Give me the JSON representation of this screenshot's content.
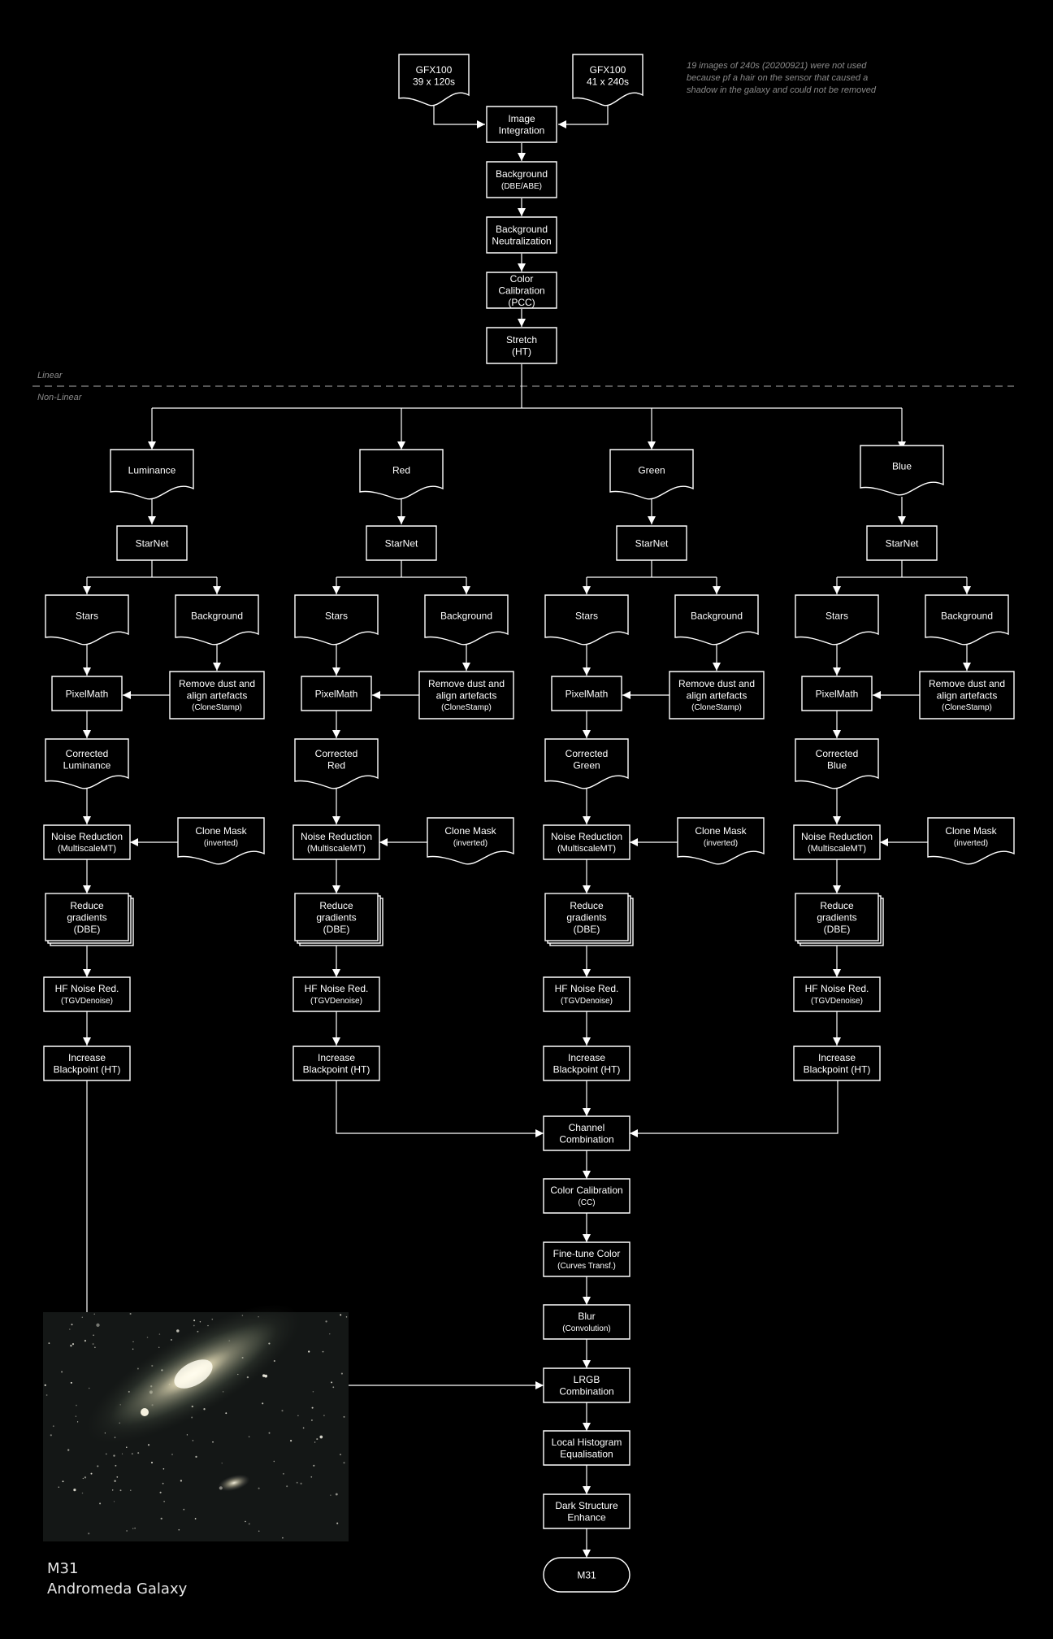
{
  "note": {
    "lines": [
      "19 images of 240s (20200921) were not used",
      "because pf a hair on the sensor  that caused a",
      "shadow in the galaxy and could not be removed"
    ]
  },
  "zones": {
    "linear": "Linear",
    "nonlinear": "Non-Linear"
  },
  "nodes": {
    "gfx1": {
      "l1": "GFX100",
      "l2": "39 x 120s"
    },
    "gfx2": {
      "l1": "GFX100",
      "l2": "41 x 240s"
    },
    "integ": {
      "l1": "Image",
      "l2": "Integration"
    },
    "bg": {
      "l1": "Background",
      "l2": "(DBE/ABE)"
    },
    "bgn": {
      "l1": "Background",
      "l2": "Neutralization"
    },
    "cc1": {
      "l1": "Color",
      "l2": "Calibration",
      "l3": "(PCC)"
    },
    "stretch": {
      "l1": "Stretch",
      "l2": "(HT)"
    },
    "channel": {
      "l1": "Channel",
      "l2": "Combination"
    },
    "cc2": {
      "l1": "Color Calibration",
      "l2": "(CC)"
    },
    "finetune": {
      "l1": "Fine-tune Color",
      "l2": "(Curves Transf.)"
    },
    "blur": {
      "l1": "Blur",
      "l2": "(Convolution)"
    },
    "lrgb": {
      "l1": "LRGB",
      "l2": "Combination"
    },
    "lhe": {
      "l1": "Local Histogram",
      "l2": "Equalisation"
    },
    "dse": {
      "l1": "Dark Structure",
      "l2": "Enhance"
    },
    "final": {
      "l1": "M31"
    }
  },
  "columns": [
    {
      "id": "lum",
      "channel": "Luminance",
      "corrected_l1": "Corrected",
      "corrected_l2": "Luminance"
    },
    {
      "id": "red",
      "channel": "Red",
      "corrected_l1": "Corrected",
      "corrected_l2": "Red"
    },
    {
      "id": "green",
      "channel": "Green",
      "corrected_l1": "Corrected",
      "corrected_l2": "Green"
    },
    {
      "id": "blue",
      "channel": "Blue",
      "corrected_l1": "Corrected",
      "corrected_l2": "Blue"
    }
  ],
  "column_common": {
    "starnet": "StarNet",
    "stars": "Stars",
    "background": "Background",
    "remove_l1": "Remove dust and",
    "remove_l2": "align artefacts",
    "remove_l3": "(CloneStamp)",
    "pixelmath": "PixelMath",
    "noise_l1": "Noise Reduction",
    "noise_l2": "(MultiscaleMT)",
    "clonemask_l1": "Clone Mask",
    "clonemask_l2": "(inverted)",
    "reduce_l1": "Reduce",
    "reduce_l2": "gradients",
    "reduce_l3": "(DBE)",
    "hf_l1": "HF Noise Red.",
    "hf_l2": "(TGVDenoise)",
    "black_l1": "Increase",
    "black_l2": "Blackpoint (HT)"
  },
  "caption": {
    "l1": "M31",
    "l2": "Andromeda Galaxy"
  },
  "photo": {
    "subject": "andromeda-galaxy-photo"
  }
}
